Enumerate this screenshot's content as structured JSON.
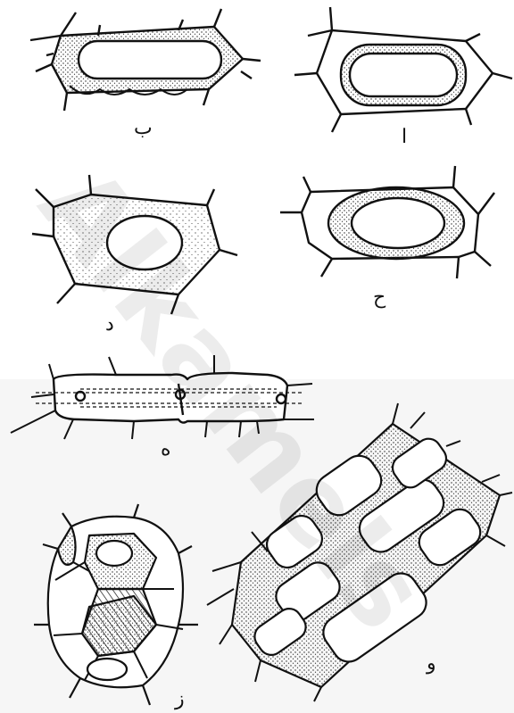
{
  "figure": {
    "labels": {
      "a": "ا",
      "b": "ب",
      "c": "ح",
      "d": "د",
      "e": "ه",
      "f": "و",
      "g": "ز"
    },
    "watermark_text": "Alkamels"
  },
  "colors": {
    "ink": "#111111",
    "stipple": "#222222",
    "background": "#ffffff",
    "lower_panel_tint": "#f6f6f6"
  }
}
